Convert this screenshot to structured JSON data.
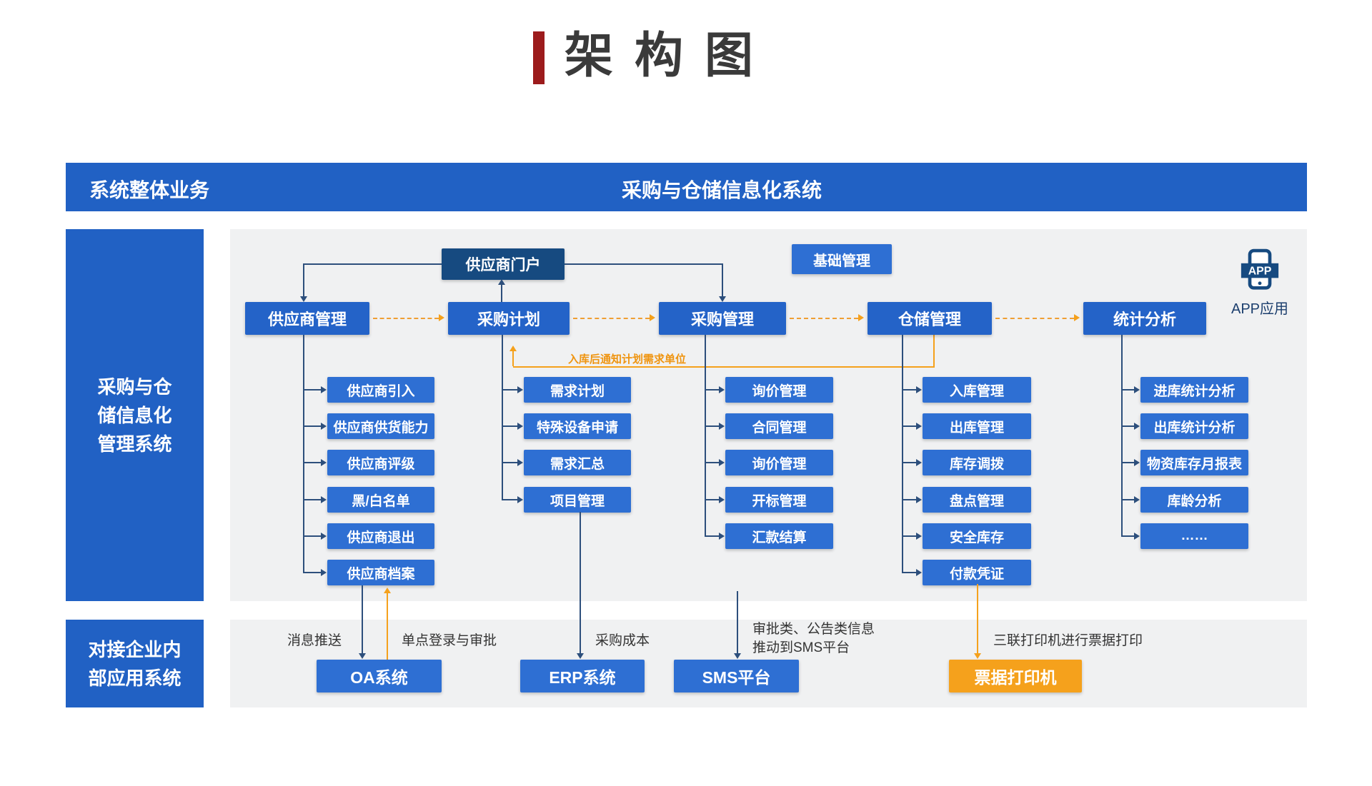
{
  "title": {
    "text": "架构图"
  },
  "header_bar": {
    "left": "系统整体业务",
    "center": "采购与仓储信息化系统"
  },
  "sidebar": {
    "top_label": "采购与仓\n储信息化\n管理系统",
    "bottom_label": "对接企业内\n部应用系统"
  },
  "portal": {
    "label": "供应商门户"
  },
  "base_mgmt": {
    "label": "基础管理"
  },
  "app": {
    "badge": "APP",
    "label": "APP应用"
  },
  "columns": [
    {
      "header": "供应商管理",
      "items": [
        "供应商引入",
        "供应商供货能力",
        "供应商评级",
        "黑/白名单",
        "供应商退出",
        "供应商档案"
      ]
    },
    {
      "header": "采购计划",
      "items": [
        "需求计划",
        "特殊设备申请",
        "需求汇总",
        "项目管理"
      ]
    },
    {
      "header": "采购管理",
      "items": [
        "询价管理",
        "合同管理",
        "询价管理",
        "开标管理",
        "汇款结算"
      ]
    },
    {
      "header": "仓储管理",
      "items": [
        "入库管理",
        "出库管理",
        "库存调拨",
        "盘点管理",
        "安全库存",
        "付款凭证"
      ]
    },
    {
      "header": "统计分析",
      "items": [
        "进库统计分析",
        "出库统计分析",
        "物资库存月报表",
        "库龄分析",
        "……"
      ]
    }
  ],
  "orange_note": {
    "label": "入库后通知计划需求单位"
  },
  "bottom": {
    "systems": [
      {
        "label": "OA系统",
        "style": "blue"
      },
      {
        "label": "ERP系统",
        "style": "blue"
      },
      {
        "label": "SMS平台",
        "style": "blue"
      },
      {
        "label": "票据打印机",
        "style": "orange"
      }
    ],
    "notes": [
      "消息推送",
      "单点登录与审批",
      "采购成本",
      "审批类、公告类信息\n推动到SMS平台",
      "三联打印机进行票据打印"
    ]
  },
  "colors": {
    "bar_blue": "#2161c4",
    "box_blue": "#2e6fd3",
    "header_box_blue": "#2463c8",
    "navy": "#164a80",
    "line": "#2d4f7c",
    "orange": "#f5a11c",
    "panel_gray": "#f0f1f2",
    "title_red": "#9c1b1c"
  }
}
